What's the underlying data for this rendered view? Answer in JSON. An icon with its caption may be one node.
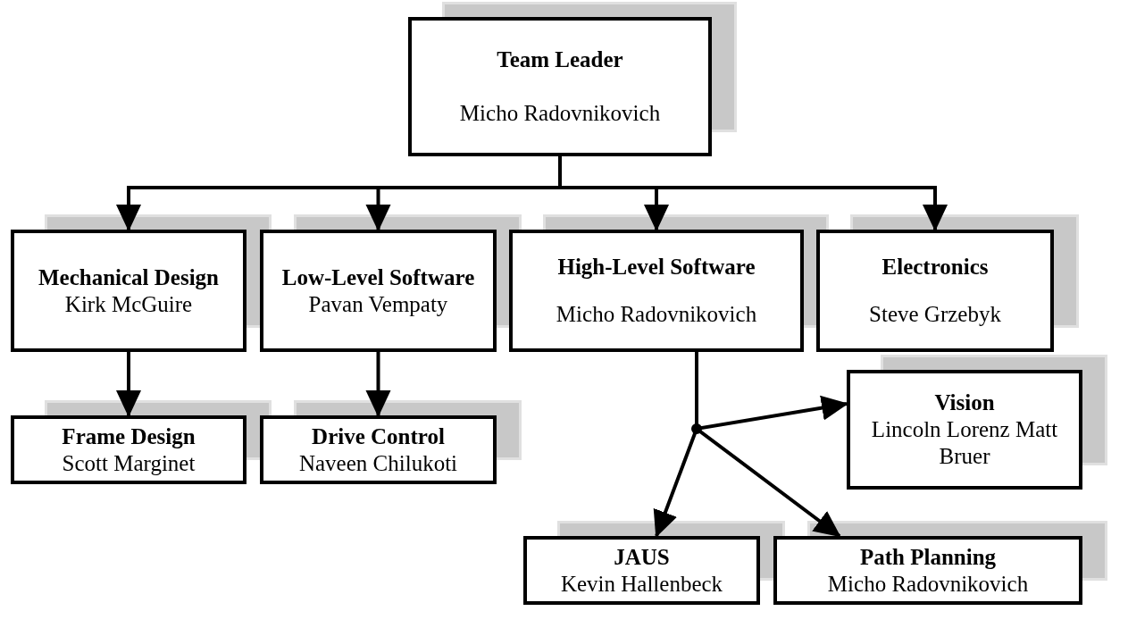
{
  "diagram": {
    "nodes": [
      {
        "text": [
          "Team Leader",
          "Micho Radovnikovich"
        ]
      },
      {
        "text": [
          "Mechanical Design",
          "Kirk McGuire"
        ]
      },
      {
        "text": [
          "Low-Level Software",
          "Pavan Vempaty"
        ]
      },
      {
        "text": [
          "High-Level Software",
          "Micho Radovnikovich"
        ]
      },
      {
        "text": [
          "Electronics",
          "Steve Grzebyk"
        ]
      },
      {
        "text": [
          "Frame Design",
          "Scott Marginet"
        ]
      },
      {
        "text": [
          "Drive Control",
          "Naveen Chilukoti"
        ]
      },
      {
        "text": [
          "Vision",
          "Lincoln Lorenz Matt Bruer"
        ]
      },
      {
        "text": [
          "JAUS",
          "Kevin Hallenbeck"
        ]
      },
      {
        "text": [
          "Path Planning",
          "Micho Radovnikovich"
        ]
      }
    ],
    "edges": [
      {
        "from": 0,
        "to": 1,
        "arrow": "to"
      },
      {
        "from": 0,
        "to": 2,
        "arrow": "to"
      },
      {
        "from": 0,
        "to": 3,
        "arrow": "to"
      },
      {
        "from": 0,
        "to": 4,
        "arrow": "to"
      },
      {
        "from": 1,
        "to": 5,
        "arrow": "to"
      },
      {
        "from": 2,
        "to": 6,
        "arrow": "to"
      },
      {
        "from": 3,
        "to": 7,
        "arrow": "to"
      },
      {
        "from": 3,
        "to": 8,
        "arrow": "to"
      },
      {
        "from": 3,
        "to": 9,
        "arrow": "to"
      }
    ]
  }
}
